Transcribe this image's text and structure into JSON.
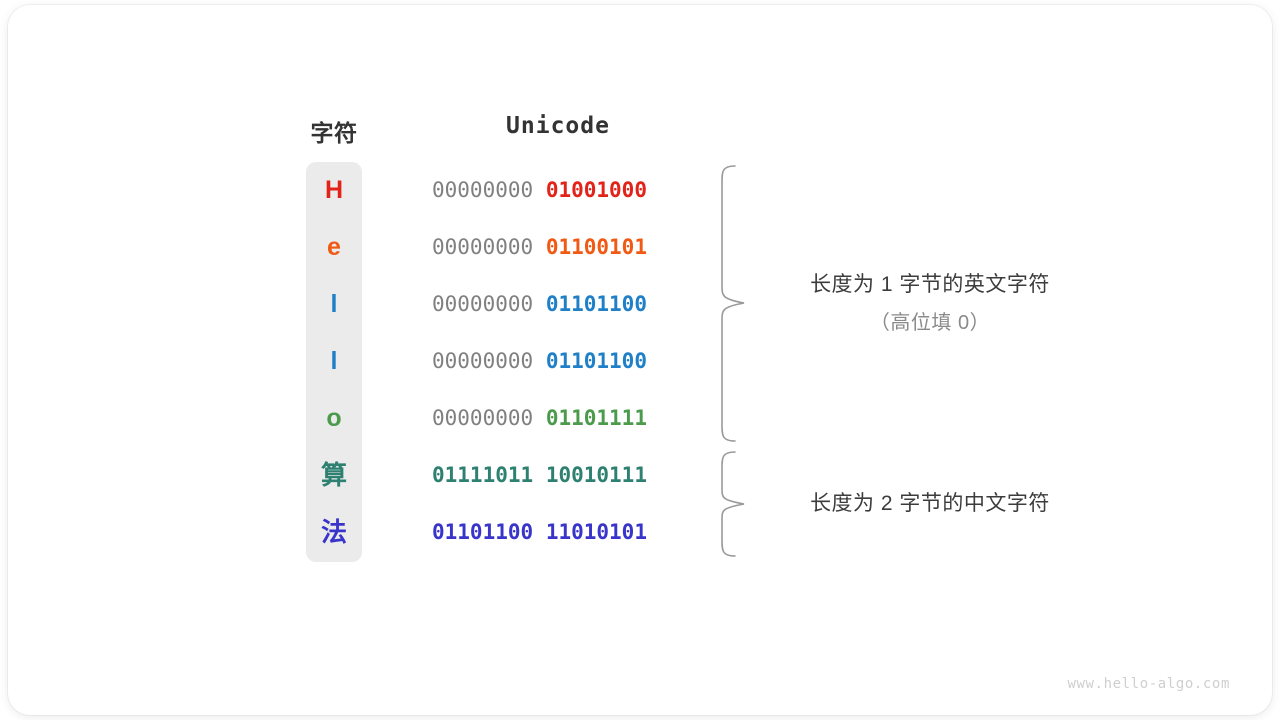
{
  "card": {
    "background": "#ffffff",
    "border_radius": "22px"
  },
  "headers": {
    "char": "字符",
    "unicode": "Unicode"
  },
  "colors": {
    "leading_zero_gray": "#808080",
    "char_column_bg": "#ebebeb",
    "header_text": "#333333",
    "annotation_primary": "#3c3c3c",
    "annotation_secondary": "#8a8a8a",
    "brace_stroke": "#9a9a9a",
    "watermark": "#cfcfcf"
  },
  "rows": [
    {
      "char": "H",
      "color": "#e2231a",
      "high_byte": "00000000",
      "low_byte": "01001000",
      "high_emphasis": false,
      "cjk": false
    },
    {
      "char": "e",
      "color": "#f05a14",
      "high_byte": "00000000",
      "low_byte": "01100101",
      "high_emphasis": false,
      "cjk": false
    },
    {
      "char": "l",
      "color": "#1f80c8",
      "high_byte": "00000000",
      "low_byte": "01101100",
      "high_emphasis": false,
      "cjk": false
    },
    {
      "char": "l",
      "color": "#1f80c8",
      "high_byte": "00000000",
      "low_byte": "01101100",
      "high_emphasis": false,
      "cjk": false
    },
    {
      "char": "o",
      "color": "#4c9a4c",
      "high_byte": "00000000",
      "low_byte": "01101111",
      "high_emphasis": false,
      "cjk": false
    },
    {
      "char": "算",
      "color": "#2e8071",
      "high_byte": "01111011",
      "low_byte": "10010111",
      "high_emphasis": true,
      "cjk": true
    },
    {
      "char": "法",
      "color": "#3a35ca",
      "high_byte": "01101100",
      "low_byte": "11010101",
      "high_emphasis": true,
      "cjk": true
    }
  ],
  "annotations": [
    {
      "line1": "长度为 1 字节的英文字符",
      "line2": "（高位填 0）",
      "covers_rows": [
        0,
        1,
        2,
        3,
        4
      ]
    },
    {
      "line1": "长度为 2 字节的中文字符",
      "line2": "",
      "covers_rows": [
        5,
        6
      ]
    }
  ],
  "watermark": "www.hello-algo.com"
}
